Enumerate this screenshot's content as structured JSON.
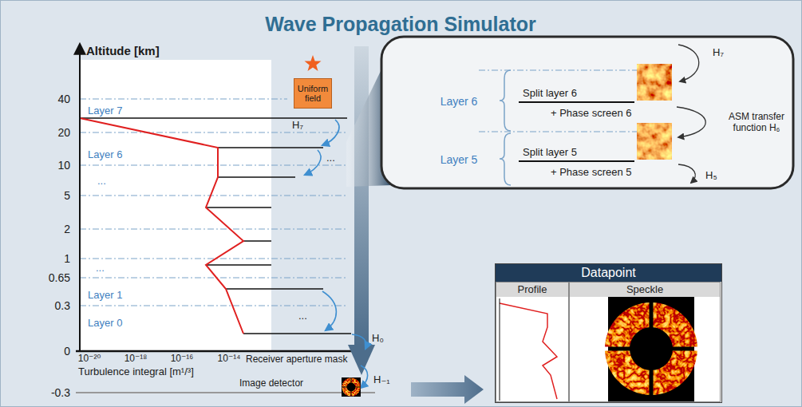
{
  "diagram": {
    "title": "Wave Propagation Simulator",
    "nodes": [
      {
        "text": [
          "Uniform field"
        ]
      },
      {
        "text": [
          "Datapoint"
        ]
      },
      {
        "text": [
          "Profile"
        ],
        "in": 1
      },
      {
        "text": [
          "Speckle"
        ],
        "in": 1
      }
    ],
    "labels": [
      "Altitude [km]",
      "40",
      "20",
      "10",
      "5",
      "2",
      "1",
      "0.65",
      "0.3",
      "0",
      "-0.3",
      "Layer 7",
      "Layer 6",
      "...",
      "...",
      "Layer 1",
      "Layer 0",
      "H₇",
      "...",
      "...",
      "H₀",
      "H₋₁",
      "10⁻²⁰",
      "10⁻¹⁸",
      "10⁻¹⁶",
      "10⁻¹⁴",
      "Turbulence integral [m¹/³]",
      "Receiver aperture mask",
      "Image detector",
      "Layer 6",
      "Layer 5",
      "Split layer 6",
      "+ Phase screen 6",
      "Split layer 5",
      "+ Phase screen 5",
      "H₇",
      "ASM transfer function H₆",
      "H₅"
    ]
  }
}
